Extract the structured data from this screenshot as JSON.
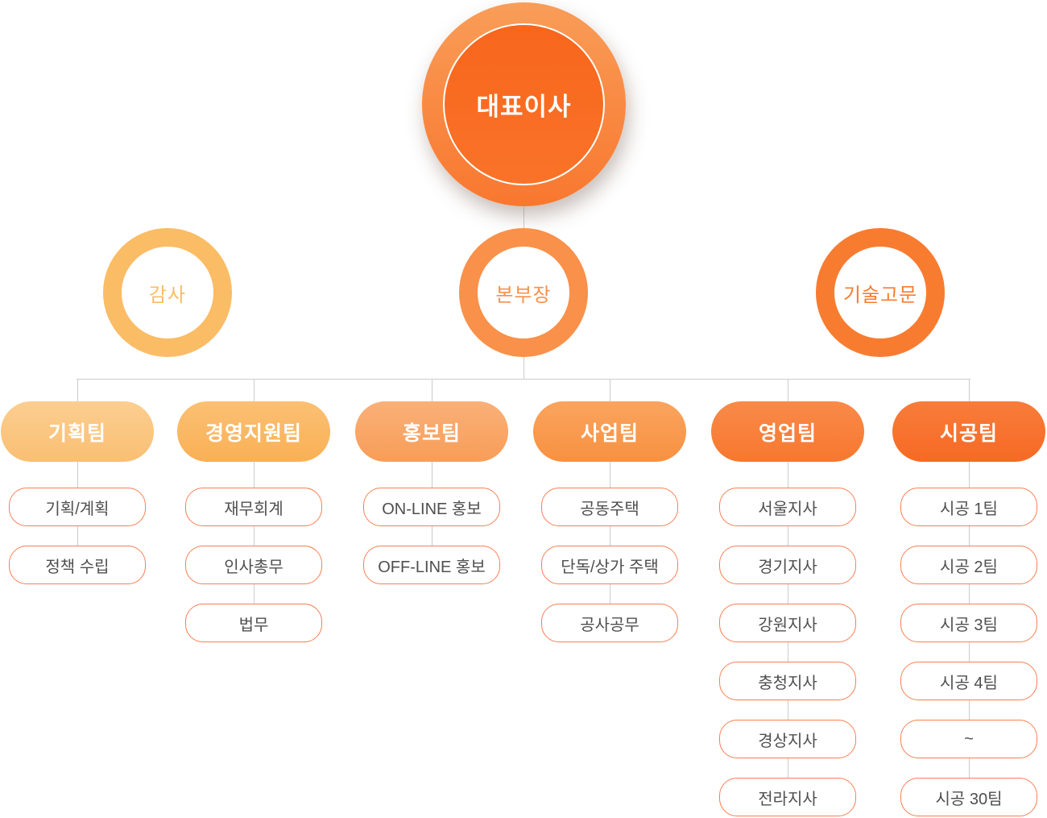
{
  "ceo": {
    "label": "대표이사",
    "outer_top": "#F99D58",
    "outer_bottom": "#F9772F",
    "inner_top": "#F8661C",
    "inner_bottom": "#F97329"
  },
  "advisors": [
    {
      "label": "감사",
      "color": "#FBBC66"
    },
    {
      "label": "본부장",
      "color": "#F9914A"
    },
    {
      "label": "기술고문",
      "color": "#F87C30"
    }
  ],
  "teams": [
    {
      "label": "기획팀",
      "color_top": "#FCCE90",
      "color_bottom": "#FABF73",
      "items": [
        "기획/계획",
        "정책 수립"
      ]
    },
    {
      "label": "경영지원팀",
      "color_top": "#FBC073",
      "color_bottom": "#F9B055",
      "items": [
        "재무회계",
        "인사총무",
        "법무"
      ]
    },
    {
      "label": "홍보팀",
      "color_top": "#FAB078",
      "color_bottom": "#F89D58",
      "items": [
        "ON-LINE 홍보",
        "OFF-LINE 홍보"
      ]
    },
    {
      "label": "사업팀",
      "color_top": "#FAA45F",
      "color_bottom": "#F89140",
      "items": [
        "공동주택",
        "단독/상가 주택",
        "공사공무"
      ]
    },
    {
      "label": "영업팀",
      "color_top": "#F98A49",
      "color_bottom": "#F7782F",
      "items": [
        "서울지사",
        "경기지사",
        "강원지사",
        "충청지사",
        "경상지사",
        "전라지사"
      ]
    },
    {
      "label": "시공팀",
      "color_top": "#F87C3A",
      "color_bottom": "#F66A24",
      "items": [
        "시공 1팀",
        "시공 2팀",
        "시공 3팀",
        "시공 4팀",
        "~",
        "시공 30팀"
      ]
    }
  ],
  "colors": {
    "connector": "#CCCCCC",
    "box_border": "#F87F52",
    "box_text": "#4F4F4F",
    "background": "#FFFFFF"
  }
}
